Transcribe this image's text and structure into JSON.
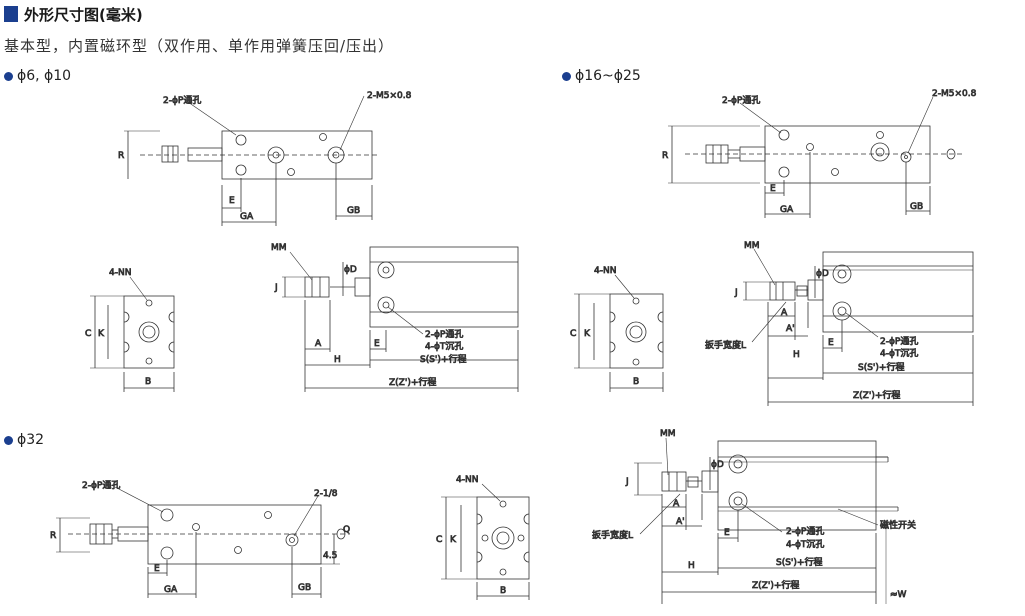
{
  "header": {
    "title": "外形尺寸图(毫米)",
    "subtitle": "基本型，内置磁环型（双作用、单作用弹簧压回/压出）"
  },
  "sections": {
    "s1": "ϕ6, ϕ10",
    "s2": "ϕ16~ϕ25",
    "s3": "ϕ32"
  },
  "labels": {
    "p_hole": "2-ϕP通孔",
    "m5": "2-M5×0.8",
    "r": "R",
    "e": "E",
    "ga": "GA",
    "gb": "GB",
    "nn": "4-NN",
    "c": "C",
    "k": "K",
    "b": "B",
    "mm": "MM",
    "j": "J",
    "phid": "ϕD",
    "a": "A",
    "a2": "A'",
    "h": "H",
    "t_hole": "4-ϕT沉孔",
    "s": "S(S')+行程",
    "z": "Z(Z')+行程",
    "wrench": "扳手宽度L",
    "g18": "2-1/8",
    "v45": "4.5",
    "q": "Q",
    "switch": "磁性开关",
    "w": "≈W"
  },
  "colors": {
    "accent": "#1b3f8f",
    "line": "#333333"
  }
}
